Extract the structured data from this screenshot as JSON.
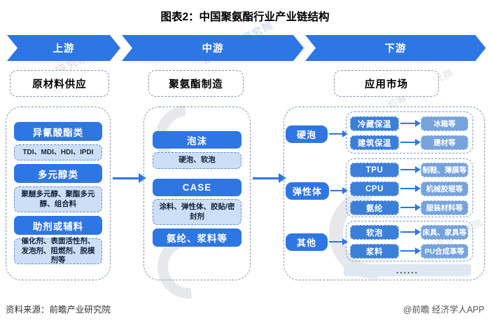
{
  "title": "图表2：中国聚氨酯行业产业链结构",
  "stages": {
    "upstream": "上游",
    "midstream": "中游",
    "downstream": "下游"
  },
  "section_headers": {
    "upstream": "原材料供应",
    "midstream": "聚氨酯制造",
    "downstream": "应用市场"
  },
  "upstream": {
    "groups": [
      {
        "header": "异氰酸酯类",
        "detail": "TDI、MDI、HDI、IPDI"
      },
      {
        "header": "多元醇类",
        "detail": "聚醚多元醇、聚酯多元醇、组合料"
      },
      {
        "header": "助剂或辅料",
        "detail": "催化剂、表面活性剂、发泡剂、阻燃剂、脱模剂等"
      }
    ]
  },
  "midstream": {
    "groups": [
      {
        "header": "泡沫",
        "detail": "硬泡、软泡"
      },
      {
        "header": "CASE",
        "detail": "涂料、弹性体、胶贴/密封剂"
      }
    ],
    "tail": "氨纶、浆料等"
  },
  "downstream": {
    "categories": [
      {
        "label": "硬泡",
        "pairs": [
          {
            "app": "冷藏保温",
            "product": "冰箱等"
          },
          {
            "app": "建筑保温",
            "product": "建材等"
          }
        ]
      },
      {
        "label": "弹性体",
        "pairs": [
          {
            "app": "TPU",
            "product": "制鞋、薄膜等"
          },
          {
            "app": "CPU",
            "product": "机械胶辊等"
          },
          {
            "app": "氨纶",
            "product": "服装材料等"
          }
        ]
      },
      {
        "label": "其他",
        "pairs": [
          {
            "app": "软泡",
            "product": "床具、家具等"
          },
          {
            "app": "浆料",
            "product": "PU合成革等"
          }
        ]
      }
    ],
    "more": "......"
  },
  "footer": {
    "source": "资料来源：前瞻产业研究院",
    "credit": "@前瞻 经济学人APP"
  },
  "watermark": {
    "text": "前瞻产业研究院"
  },
  "colors": {
    "primary_blue": "#2E76E3",
    "app_box_blue": "#3B7FD9",
    "product_box_blue": "#76A3DC",
    "light_fill": "#CDDFF6",
    "light_border": "#628FD6",
    "container_dash": "#8398B6",
    "more_fill": "#DFE7F3"
  }
}
